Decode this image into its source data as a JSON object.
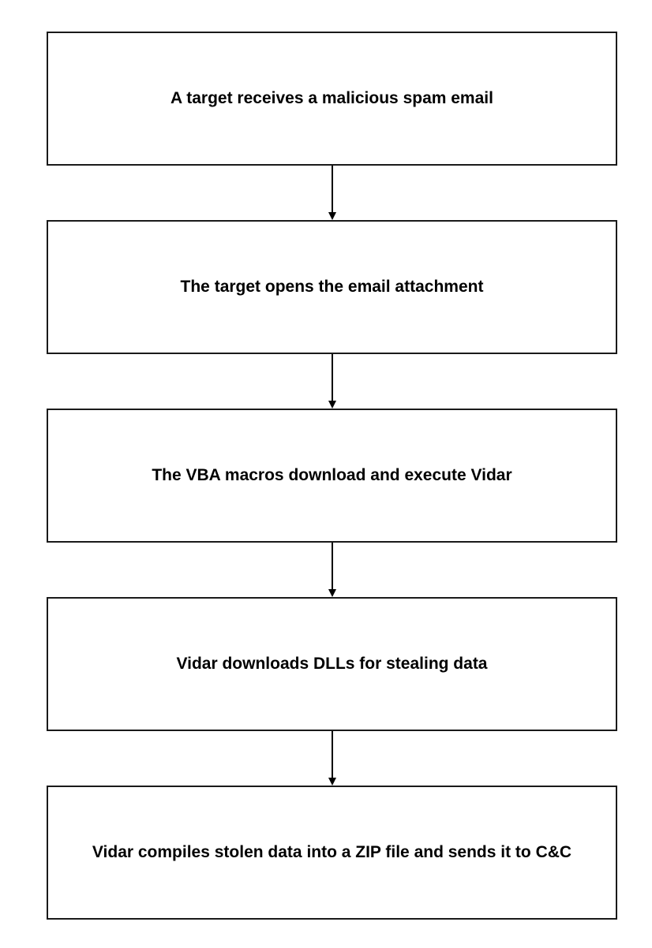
{
  "flowchart": {
    "steps": [
      {
        "label": "A target receives a malicious spam email"
      },
      {
        "label": "The target opens the email attachment"
      },
      {
        "label": "The VBA macros download and execute Vidar"
      },
      {
        "label": "Vidar downloads DLLs for stealing data"
      },
      {
        "label": "Vidar compiles stolen data into a ZIP file and sends it to C&C"
      }
    ],
    "connector_count": 4,
    "colors": {
      "background": "#ffffff",
      "box_fill": "#ffffff",
      "box_border": "#1a1a1a",
      "text": "#000000",
      "arrow": "#000000"
    }
  }
}
